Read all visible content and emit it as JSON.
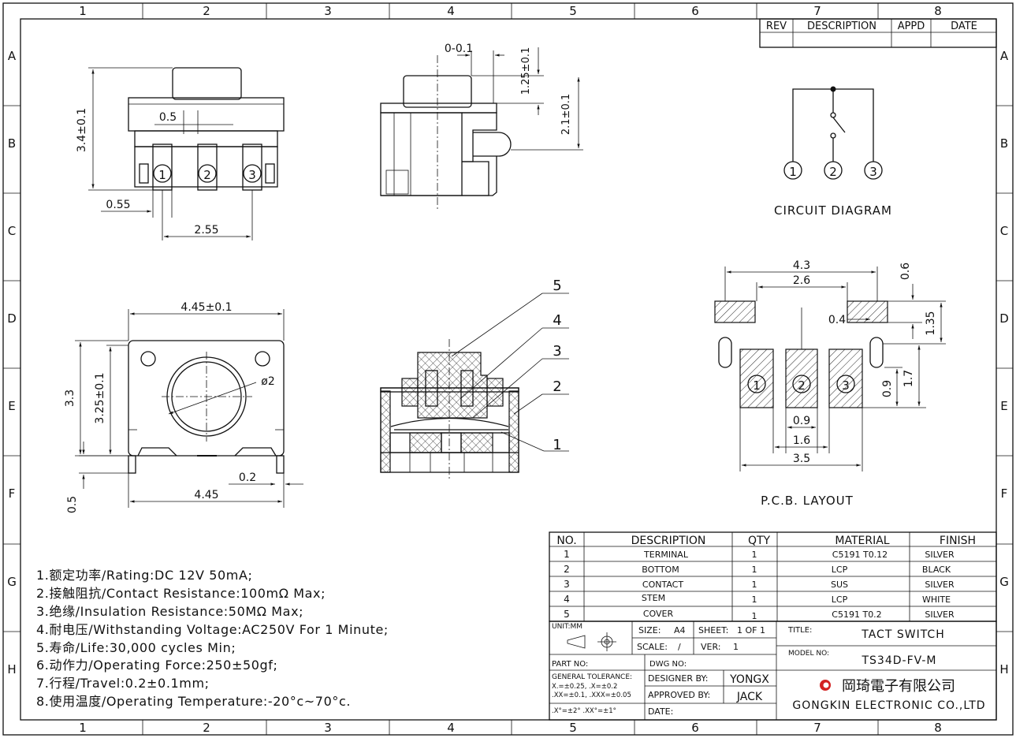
{
  "border": {
    "columns": [
      "1",
      "2",
      "3",
      "4",
      "5",
      "6",
      "7",
      "8"
    ],
    "rows": [
      "A",
      "B",
      "C",
      "D",
      "E",
      "F",
      "G",
      "H"
    ]
  },
  "revision_block": {
    "rev": "REV",
    "description": "DESCRIPTION",
    "appd": "APPD",
    "date": "DATE"
  },
  "views": {
    "front": {
      "dim_height": "3.4±0.1",
      "dim_pitch": "0.5",
      "dim_lead": "0.55",
      "dim_span": "2.55",
      "pins": [
        "1",
        "2",
        "3"
      ]
    },
    "side": {
      "dim_offset": "0-0.1",
      "dim_plunger": "1.25±0.1",
      "dim_body": "2.1±0.1"
    },
    "top": {
      "dim_width_top": "4.45±0.1",
      "dim_height": "3.3",
      "dim_inner": "3.25±0.1",
      "dim_dia": "ø2",
      "dim_width_bottom": "4.45",
      "dim_tab": "0.2",
      "dim_lead": "0.5"
    },
    "section": {
      "callouts": [
        "5",
        "4",
        "3",
        "2",
        "1"
      ]
    },
    "circuit": {
      "pins": [
        "1",
        "2",
        "3"
      ],
      "caption": "CIRCUIT DIAGRAM"
    },
    "pcb": {
      "dim_outer": "4.3",
      "dim_inner": "2.6",
      "dim_pad_h": "0.6",
      "dim_gap": "0.4",
      "dim_135": "1.35",
      "dim_17": "1.7",
      "dim_09_v": "0.9",
      "dim_09_h": "0.9",
      "dim_16": "1.6",
      "dim_35": "3.5",
      "pads": [
        "1",
        "2",
        "3"
      ],
      "caption": "P.C.B. LAYOUT"
    }
  },
  "notes": [
    "1.额定功率/Rating:DC 12V 50mA;",
    "2.接触阻抗/Contact Resistance:100mΩ Max;",
    "3.绝缘/Insulation Resistance:50MΩ Max;",
    "4.耐电压/Withstanding Voltage:AC250V For 1 Minute;",
    "5.寿命/Life:30,000 cycles Min;",
    "6.动作力/Operating Force:250±50gf;",
    "7.行程/Travel:0.2±0.1mm;",
    "8.使用温度/Operating Temperature:-20°c~70°c."
  ],
  "bom": {
    "headers": {
      "no": "NO.",
      "description": "DESCRIPTION",
      "qty": "QTY",
      "material": "MATERIAL",
      "finish": "FINISH"
    },
    "rows": [
      {
        "no": "1",
        "description": "TERMINAL",
        "qty": "1",
        "material": "C5191  T0.12",
        "finish": "SILVER"
      },
      {
        "no": "2",
        "description": "BOTTOM",
        "qty": "1",
        "material": "LCP",
        "finish": "BLACK"
      },
      {
        "no": "3",
        "description": "CONTACT",
        "qty": "1",
        "material": "SUS",
        "finish": "SILVER"
      },
      {
        "no": "4",
        "description": "STEM",
        "qty": "1",
        "material": "LCP",
        "finish": "WHITE"
      },
      {
        "no": "5",
        "description": "COVER",
        "qty": "1",
        "material": "C5191  T0.2",
        "finish": "SILVER"
      }
    ]
  },
  "title_block": {
    "unit": "UNIT:MM",
    "size_label": "SIZE:",
    "size_value": "A4",
    "sheet_label": "SHEET:",
    "sheet_value": "1 OF 1",
    "scale_label": "SCALE:",
    "scale_value": "/",
    "ver_label": "VER:",
    "ver_value": "1",
    "title_label": "TITLE:",
    "title_value": "TACT SWITCH",
    "model_label": "MODEL NO:",
    "model_value": "TS34D-FV-M",
    "part_no": "PART NO:",
    "dwg_no": "DWG NO:",
    "tol_header": "GENERAL TOLERANCE:",
    "tol_1": "X.=±0.25,       .X=±0.2",
    "tol_2": ".XX=±0.1,  .XXX=±0.05",
    "tol_3": ".X°=±2°  .XX°=±1°",
    "designer_label": "DESIGNER BY:",
    "designer_value": "YONGX",
    "approved_label": "APPROVED BY:",
    "approved_value": "JACK",
    "date_label": "DATE:",
    "company_cn": "岡琦電子有限公司",
    "company_en": "GONGKIN ELECTRONIC CO.,LTD"
  }
}
